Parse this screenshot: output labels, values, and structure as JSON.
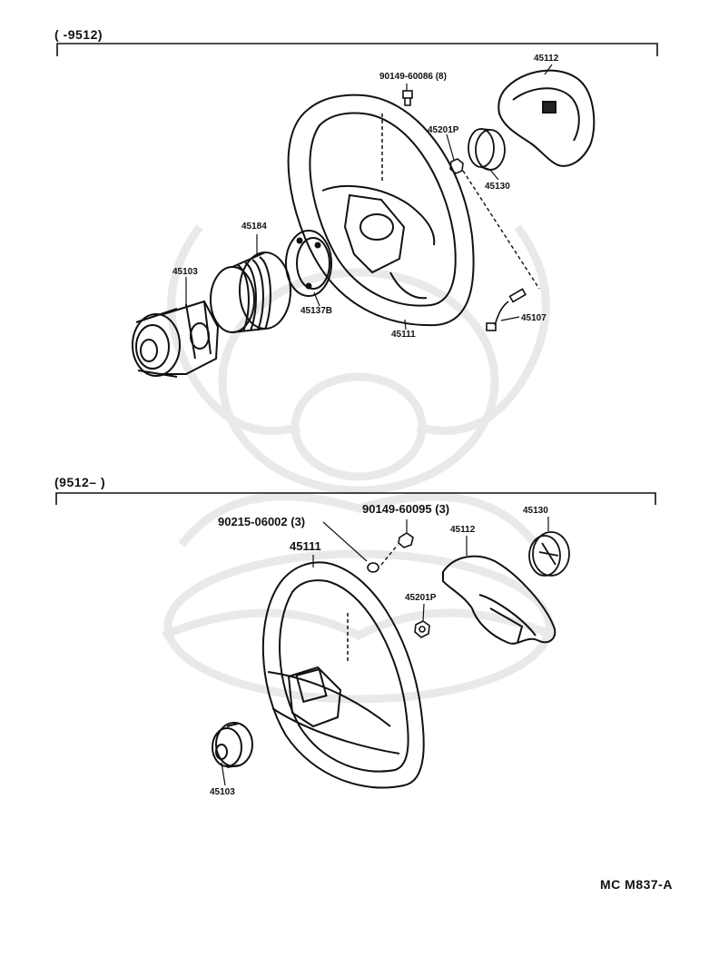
{
  "top_section": {
    "range_label": "(        -9512)",
    "parts": {
      "bolt": "90149-60086 (8)",
      "pad": "45112",
      "nut": "45201P",
      "collar": "45130",
      "spacer": "45184",
      "hub": "45103",
      "plate": "45137B",
      "wheel": "45111",
      "lead": "45107"
    }
  },
  "bottom_section": {
    "range_label": "(9512–        )",
    "parts": {
      "washer_note": "90215-06002 (3)",
      "bolt": "90149-60095 (3)",
      "collar": "45130",
      "pad": "45112",
      "wheel": "45111",
      "nut": "45201P",
      "hub": "45103"
    }
  },
  "drawing_code": "MC  M837-A"
}
